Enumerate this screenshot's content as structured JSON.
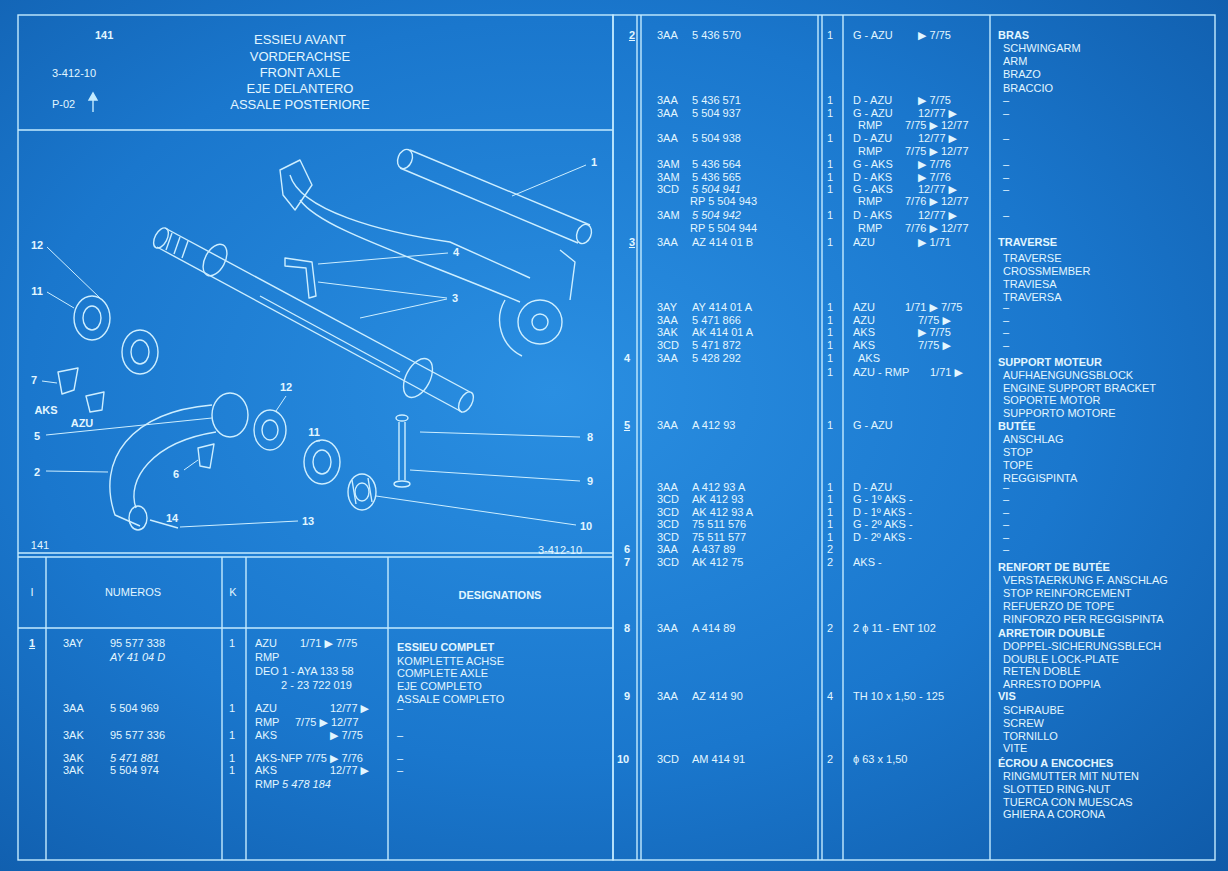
{
  "diagram": {
    "labels": [
      "141",
      "3-412-10",
      "P-02",
      "ESSIEU AVANT",
      "VORDERACHSE",
      "FRONT AXLE",
      "EJE DELANTERO",
      "ASSALE POSTERIORE",
      "141",
      "3-412-10",
      "1",
      "4",
      "3",
      "12",
      "11",
      "7",
      "AKS",
      "AZU",
      "5",
      "2",
      "6",
      "12",
      "11",
      "8",
      "9",
      "10",
      "13",
      "14",
      "I",
      "NUMEROS",
      "K",
      "DESIGNATIONS",
      "1",
      "3AY",
      "95 577 338",
      "1",
      "AZU",
      "1/71 ▶ 7/75",
      "ESSIEU COMPLET",
      "AY 41 04 D",
      "RMP",
      "KOMPLETTE ACHSE",
      "DEO 1 - AYA 133 58",
      "COMPLETE AXLE",
      "2 - 23 722 019",
      "EJE COMPLETO",
      "ASSALE COMPLETO",
      "3AA",
      "5 504 969",
      "1",
      "AZU",
      "12/77 ▶",
      "–",
      "RMP",
      "7/75 ▶ 12/77",
      "3AK",
      "95 577 336",
      "1",
      "AKS",
      "▶ 7/75",
      "–",
      "3AK",
      "5 471 881",
      "1",
      "AKS-NFP 7/75 ▶ 7/76",
      "–",
      "3AK",
      "5 504 974",
      "1",
      "AKS",
      "12/77 ▶",
      "–",
      "RMP",
      "5 478 184",
      "2",
      "3AA",
      "5 436 570",
      "1",
      "G - AZU",
      "▶ 7/75",
      "BRAS",
      "SCHWINGARM",
      "ARM",
      "BRAZO",
      "BRACCIO",
      "3AA",
      "5 436 571",
      "1",
      "D - AZU",
      "▶ 7/75",
      "–",
      "3AA",
      "5 504 937",
      "1",
      "G - AZU",
      "12/77 ▶",
      "–",
      "RMP",
      "7/75 ▶ 12/77",
      "3AA",
      "5 504 938",
      "1",
      "D - AZU",
      "12/77 ▶",
      "–",
      "RMP",
      "7/75 ▶ 12/77",
      "3AM",
      "5 436 564",
      "1",
      "G - AKS",
      "▶ 7/76",
      "–",
      "3AM",
      "5 436 565",
      "1",
      "D - AKS",
      "▶ 7/76",
      "–",
      "3CD",
      "5 504 941",
      "1",
      "G - AKS",
      "12/77 ▶",
      "–",
      "RP 5 504 943",
      "RMP",
      "7/76 ▶ 12/77",
      "3AM",
      "5 504 942",
      "1",
      "D - AKS",
      "12/77 ▶",
      "–",
      "RP 5 504 944",
      "RMP",
      "7/76 ▶ 12/77",
      "3",
      "3AA",
      "AZ 414 01 B",
      "1",
      "AZU",
      "▶ 1/71",
      "TRAVERSE",
      "TRAVERSE",
      "CROSSMEMBER",
      "TRAVIESA",
      "TRAVERSA",
      "3AY",
      "AY 414 01 A",
      "1",
      "AZU",
      "1/71 ▶ 7/75",
      "–",
      "3AA",
      "5 471 866",
      "1",
      "AZU",
      "7/75 ▶",
      "–",
      "3AK",
      "AK 414 01 A",
      "1",
      "AKS",
      "▶ 7/75",
      "–",
      "3CD",
      "5 471 872",
      "1",
      "AKS",
      "7/75 ▶",
      "–",
      "4",
      "3AA",
      "5 428 292",
      "1",
      "AKS",
      "SUPPORT MOTEUR",
      "1",
      "AZU - RMP",
      "1/71 ▶",
      "AUFHAENGUNGSBLOCK",
      "ENGINE SUPPORT BRACKET",
      "SOPORTE MOTOR",
      "SUPPORTO MOTORE",
      "5",
      "3AA",
      "A 412 93",
      "1",
      "G - AZU",
      "BUTÉE",
      "ANSCHLAG",
      "STOP",
      "TOPE",
      "REGGISPINTA",
      "3AA",
      "A 412 93 A",
      "1",
      "D - AZU",
      "–",
      "3CD",
      "AK 412 93",
      "1",
      "G - 1º AKS -",
      "–",
      "3CD",
      "AK 412 93 A",
      "1",
      "D - 1º AKS -",
      "–",
      "3CD",
      "75 511 576",
      "1",
      "G - 2º AKS -",
      "–",
      "3CD",
      "75 511 577",
      "1",
      "D - 2º AKS -",
      "–",
      "6",
      "3AA",
      "A 437 89",
      "2",
      "–",
      "7",
      "3CD",
      "AK 412 75",
      "2",
      "AKS -",
      "RENFORT DE BUTÉE",
      "VERSTAERKUNG F. ANSCHLAG",
      "STOP REINFORCEMENT",
      "REFUERZO DE TOPE",
      "RINFORZO PER REGGISPINTA",
      "8",
      "3AA",
      "A 414 89",
      "2",
      "2 ϕ 11 - ENT 102",
      "ARRETOIR DOUBLE",
      "DOPPEL-SICHERUNGSBLECH",
      "DOUBLE LOCK-PLATE",
      "RETEN DOBLE",
      "ARRESTO DOPPIA",
      "9",
      "3AA",
      "AZ 414 90",
      "4",
      "TH 10 x 1,50 - 125",
      "VIS",
      "SCHRAUBE",
      "SCREW",
      "TORNILLO",
      "VITE",
      "10",
      "3CD",
      "AM 414 91",
      "2",
      "ϕ 63 x 1,50",
      "ÉCROU A ENCOCHES",
      "RINGMUTTER MIT NUTEN",
      "SLOTTED RING-NUT",
      "TUERCA CON MUESCAS",
      "GHIERA A CORONA"
    ]
  }
}
